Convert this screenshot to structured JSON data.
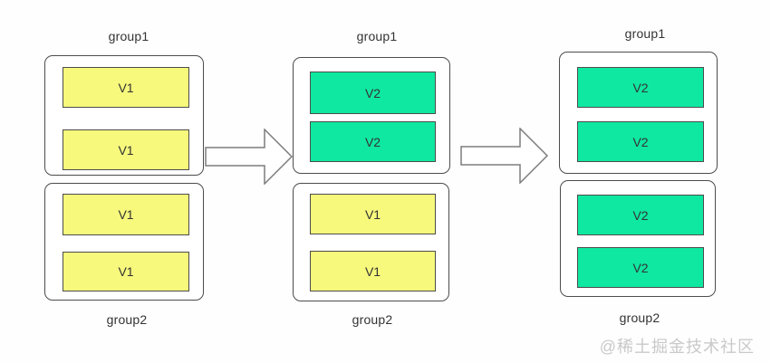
{
  "diagram": {
    "watermark": "@稀土掘金技术社区",
    "colors": {
      "v1_fill": "#F7F97C",
      "v2_fill": "#0FE8A0",
      "node_border": "#4c4c4c",
      "group_border": "#4c4c4c",
      "label_text": "#333333",
      "arrow_stroke": "#7d7d7d",
      "arrow_fill": "#ffffff",
      "watermark_text": "#c9c9c9"
    },
    "stages": [
      {
        "groups": [
          {
            "label": "group1",
            "nodes": [
              {
                "text": "V1",
                "fill": "#F7F97C"
              },
              {
                "text": "V1",
                "fill": "#F7F97C"
              }
            ]
          },
          {
            "label": "group2",
            "nodes": [
              {
                "text": "V1",
                "fill": "#F7F97C"
              },
              {
                "text": "V1",
                "fill": "#F7F97C"
              }
            ]
          }
        ]
      },
      {
        "groups": [
          {
            "label": "group1",
            "nodes": [
              {
                "text": "V2",
                "fill": "#0FE8A0"
              },
              {
                "text": "V2",
                "fill": "#0FE8A0"
              }
            ]
          },
          {
            "label": "group2",
            "nodes": [
              {
                "text": "V1",
                "fill": "#F7F97C"
              },
              {
                "text": "V1",
                "fill": "#F7F97C"
              }
            ]
          }
        ]
      },
      {
        "groups": [
          {
            "label": "group1",
            "nodes": [
              {
                "text": "V2",
                "fill": "#0FE8A0"
              },
              {
                "text": "V2",
                "fill": "#0FE8A0"
              }
            ]
          },
          {
            "label": "group2",
            "nodes": [
              {
                "text": "V2",
                "fill": "#0FE8A0"
              },
              {
                "text": "V2",
                "fill": "#0FE8A0"
              }
            ]
          }
        ]
      }
    ]
  }
}
